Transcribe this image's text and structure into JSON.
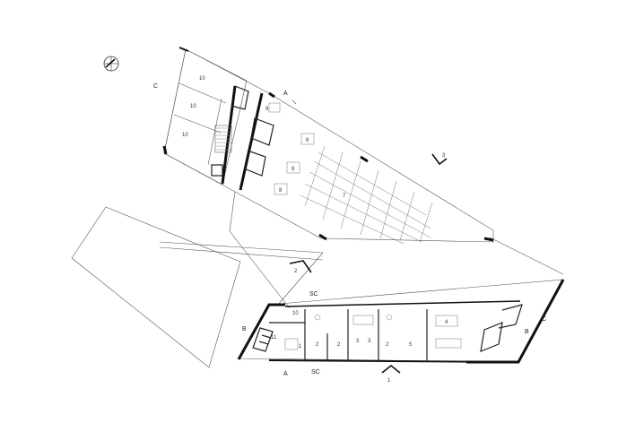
{
  "drawing": {
    "north_arrow_icon": "north-arrow-icon",
    "upper_wing": {
      "room_numbers": [
        "10",
        "10",
        "10",
        "9",
        "8",
        "8",
        "8",
        "7"
      ]
    },
    "lower_wing": {
      "room_numbers": [
        "10",
        "11",
        "1",
        "2",
        "2",
        "3",
        "3",
        "2",
        "5",
        "4"
      ]
    },
    "section_marks": {
      "a_top": "A",
      "a_bottom": "A",
      "b_left": "B",
      "b_right": "B",
      "c_top": "C",
      "c_right": "C",
      "sc_top": "SC",
      "sc_bottom": "SC"
    },
    "view_markers": [
      "1",
      "2",
      "3"
    ],
    "colors": {
      "line": "#111111",
      "thin_line": "#555555",
      "hatch": "#888888"
    }
  }
}
